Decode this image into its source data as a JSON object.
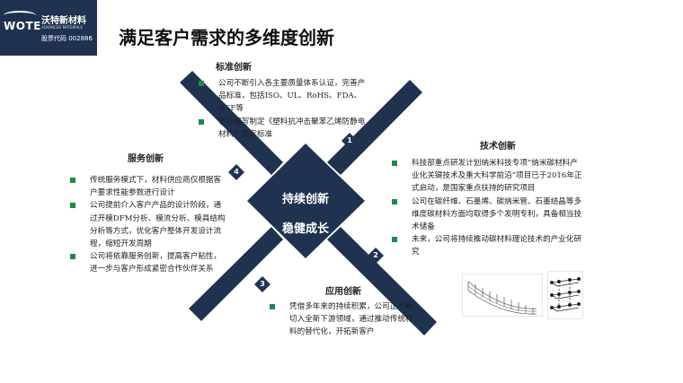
{
  "logo": {
    "brand": "WOTE",
    "cn_name": "沃特新材料",
    "en_name": "ADVANCED MATERIALS",
    "stock_code": "股票代码 002886"
  },
  "page_title": "满足客户需求的多维度创新",
  "center": {
    "line1": "持续创新",
    "line2": "稳健成长"
  },
  "badges": [
    "1",
    "2",
    "3",
    "4"
  ],
  "sections": {
    "standard": {
      "heading": "标准创新",
      "items": [
        "公司不断引入各主要质量体系认证，完善产品标准，包括ISO、UL、RoHS、FDA、NSF等",
        "参与编写制定《塑料抗冲击聚苯乙烯防静电材料》国家标准"
      ]
    },
    "tech": {
      "heading": "技术创新",
      "items": [
        "科技部重点研发计划纳米科技专项“纳米碳材料产业化关键技术及重大科学前沿”项目已于2016年正式启动，是国家重点扶持的研究项目",
        "公司在碳纤维、石墨烯、碳纳米管、石墨结晶等多维度碳材料方面均取得多个发明专利，具备相当技术储备",
        "未来，公司将持续推动碳材料理论技术的产业化研究"
      ]
    },
    "service": {
      "heading": "服务创新",
      "items": [
        "传统服务模式下，材料供应商仅根据客户要求性能参数进行设计",
        "公司提前介入客户产品的设计阶段，通过开模DFM分析、模流分析、模具结构分析等方式，优化客户整体开发设计流程，缩短开发周期",
        "公司将依靠服务创新，提高客户粘性，进一步与客户形成紧密合作伙伴关系"
      ]
    },
    "application": {
      "heading": "应用创新",
      "items": [
        "凭借多年来的持续积累，公司正不断切入全新下游领域，通过推动传统材料的替代化，开拓新客户"
      ]
    }
  },
  "colors": {
    "navy": "#1f3350",
    "bullet": "#1e8a4a"
  },
  "images": [
    "carbon-nanotube",
    "graphite-lattice"
  ]
}
